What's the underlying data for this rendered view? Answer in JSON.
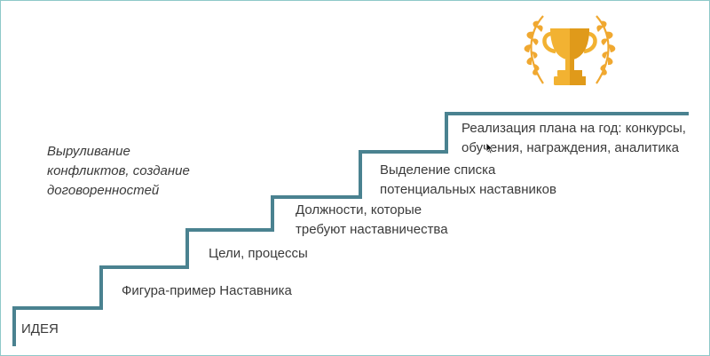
{
  "colors": {
    "stair_line": "#4a8290",
    "frame_border": "#8ec9c9",
    "text": "#3a3a3a",
    "trophy_gold": "#f2b232",
    "trophy_dark": "#e09a1a",
    "laurel": "#f0a830"
  },
  "steps": [
    {
      "lines": [
        "ИДЕЯ"
      ]
    },
    {
      "lines": [
        "Фигура-пример Наставника"
      ]
    },
    {
      "lines": [
        "Цели, процессы"
      ]
    },
    {
      "lines": [
        "Должности, которые",
        "требуют наставничества"
      ]
    },
    {
      "lines": [
        "Выделение списка",
        "потенциальных наставников"
      ]
    },
    {
      "lines": [
        "Реализация плана на год: конкурсы,",
        "обучения, награждения, аналитика"
      ]
    }
  ],
  "side_note": {
    "lines": [
      "Выруливание",
      "конфликтов, создание",
      "договоренностей"
    ]
  },
  "icons": {
    "trophy": "trophy-with-laurel-icon",
    "cursor": "mouse-pointer-icon"
  }
}
